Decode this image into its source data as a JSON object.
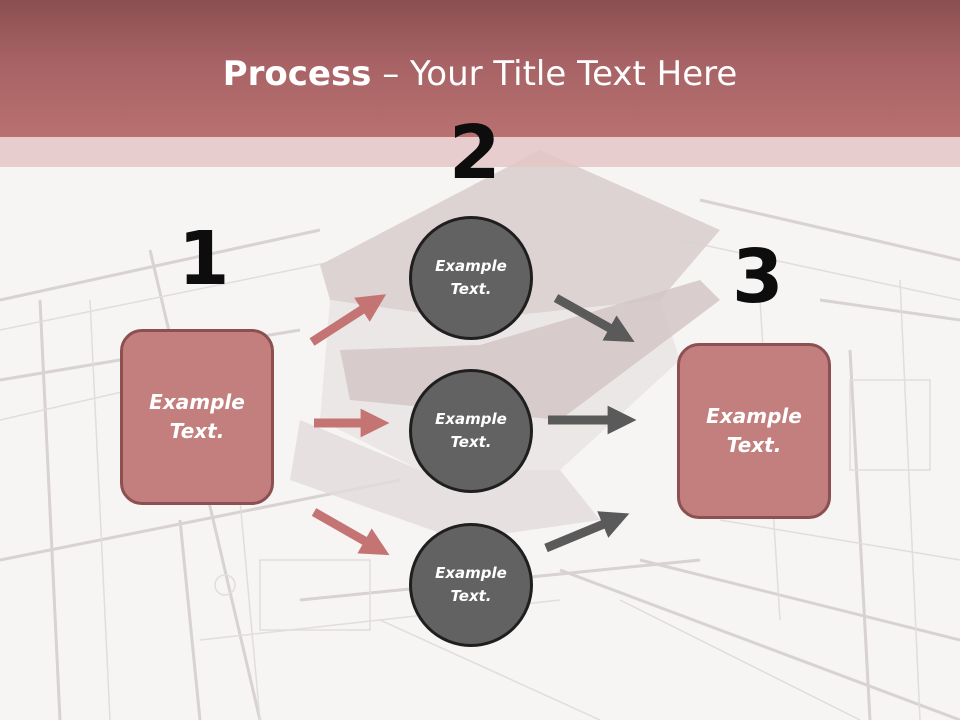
{
  "slide": {
    "title_bold": "Process",
    "title_rest": " – Your Title Text Here",
    "step_numbers": [
      "1",
      "2",
      "3"
    ],
    "left_box_text": "Example\nText.",
    "right_box_text": "Example\nText.",
    "circles": [
      {
        "text": "Example\nText."
      },
      {
        "text": "Example\nText."
      },
      {
        "text": "Example\nText."
      }
    ]
  },
  "colors": {
    "header": "#a76265",
    "box_fill": "#c27f7d",
    "box_border": "#8c5051",
    "circle_fill": "#626262",
    "arrow_red": "#c47573",
    "arrow_gray": "#5a5a5a"
  }
}
